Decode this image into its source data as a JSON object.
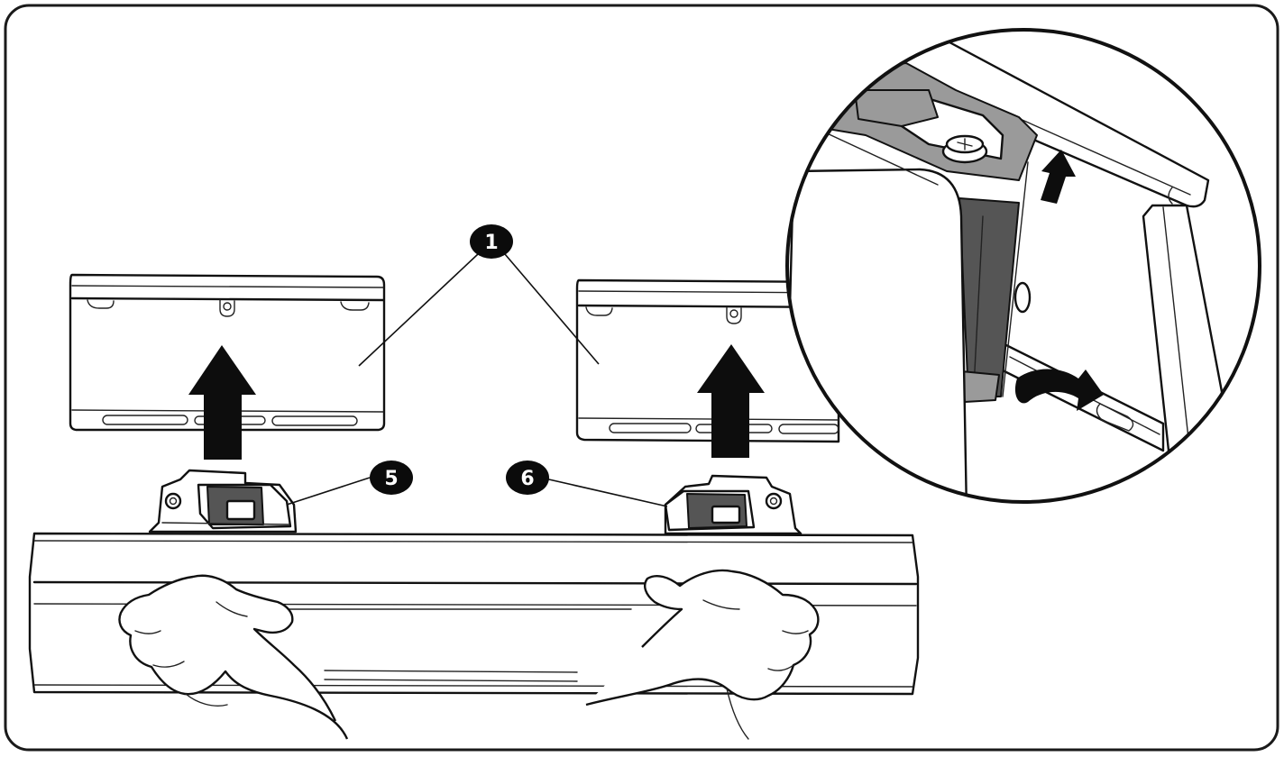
{
  "callouts": [
    {
      "id": "1",
      "label": "1"
    },
    {
      "id": "5",
      "label": "5"
    },
    {
      "id": "6",
      "label": "6"
    }
  ],
  "colors": {
    "ink": "#111111",
    "frame": "#1a1a1a",
    "callout": "#0b0b0b",
    "gray_part": "#9a9a9a",
    "background": "#ffffff"
  },
  "icons": {
    "up_arrow": "up-arrow-icon",
    "rotate_arrow": "rotate-arrow-icon"
  }
}
